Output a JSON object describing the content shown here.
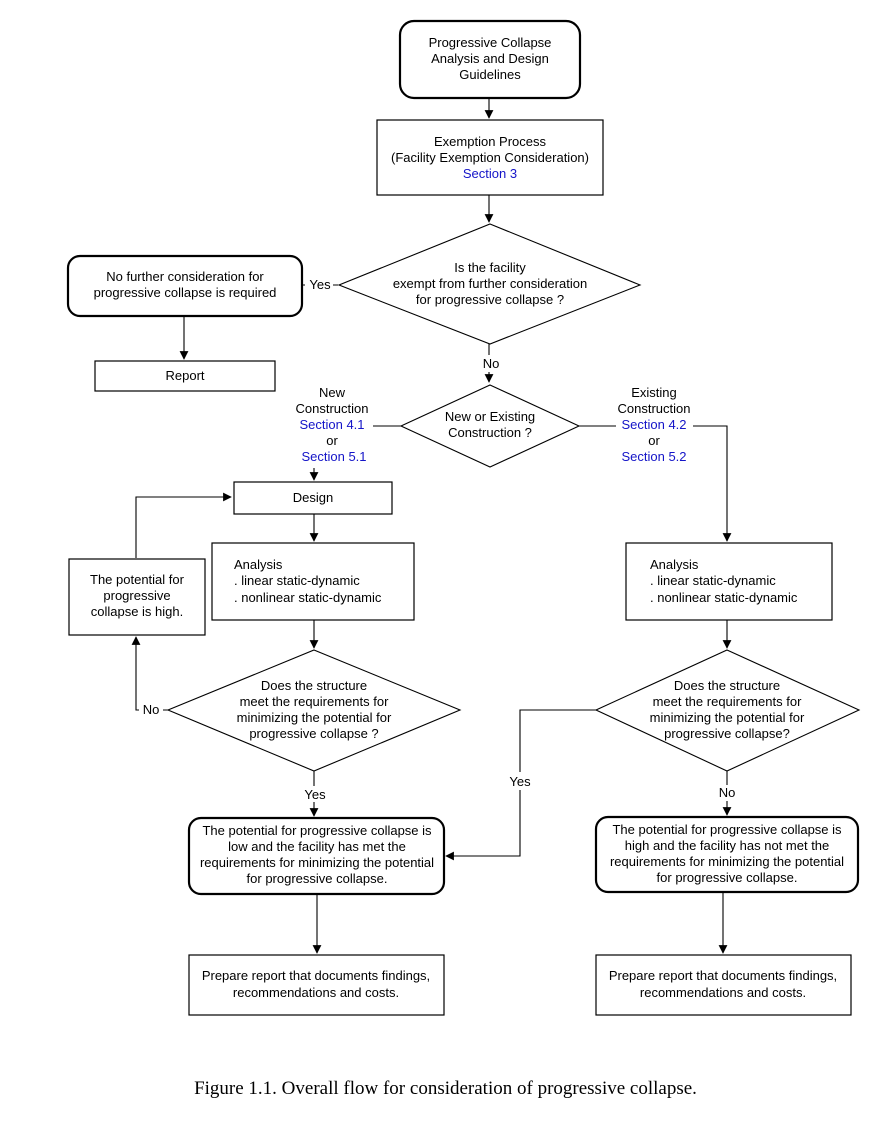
{
  "start": {
    "lines": [
      "Progressive Collapse",
      "Analysis and Design",
      "Guidelines"
    ]
  },
  "exemption": {
    "line1": "Exemption Process",
    "line2": "(Facility Exemption Consideration)",
    "section": "Section 3"
  },
  "exempt_decision": {
    "lines": [
      "Is the facility",
      "exempt from further consideration",
      "for progressive collapse ?"
    ],
    "yes": "Yes",
    "no": "No"
  },
  "no_further": {
    "lines": [
      "No further consideration for",
      "progressive collapse is required"
    ]
  },
  "report": {
    "label": "Report"
  },
  "construction_decision": {
    "lines": [
      "New or Existing",
      "Construction ?"
    ]
  },
  "new_branch": {
    "line1": "New",
    "line2": "Construction",
    "section_a": "Section 4.1",
    "or": "or",
    "section_b": "Section 5.1"
  },
  "existing_branch": {
    "line1": "Existing",
    "line2": "Construction",
    "section_a": "Section 4.2",
    "or": "or",
    "section_b": "Section 5.2"
  },
  "design": {
    "label": "Design"
  },
  "analysis_left": {
    "title": "Analysis",
    "item1": ".  linear static-dynamic",
    "item2": ".  nonlinear static-dynamic"
  },
  "analysis_right": {
    "title": "Analysis",
    "item1": ".  linear static-dynamic",
    "item2": ".  nonlinear static-dynamic"
  },
  "potential_high_box": {
    "line1": "The potential for",
    "line2": "progressive",
    "line3_prefix": "collapse is ",
    "line3_emph": "high",
    "line3_suffix": "."
  },
  "meets_left": {
    "lines": [
      "Does the structure",
      "meet the requirements for",
      "minimizing the potential for",
      "progressive collapse ?"
    ],
    "no": "No",
    "yes": "Yes"
  },
  "meets_right": {
    "lines": [
      "Does the structure",
      "meet the requirements for",
      "minimizing the potential for",
      "progressive collapse?"
    ],
    "no": "No",
    "yes": "Yes"
  },
  "result_low": {
    "line1": "The potential for progressive collapse is",
    "line2_emph": "low",
    "line2_rest": " and the facility has met the",
    "line3": "requirements for minimizing the potential",
    "line4": "for progressive collapse."
  },
  "result_high": {
    "line1": "The potential for progressive collapse is",
    "line2_emph": "high ",
    "line2_rest": "and the facility has not met the",
    "line3": "requirements for minimizing the potential",
    "line4": "for progressive collapse."
  },
  "report_left": {
    "line1": "Prepare report that documents findings,",
    "line2": "recommendations and costs."
  },
  "report_right": {
    "line1": "Prepare report that documents findings,",
    "line2": "recommendations and costs."
  },
  "caption": "Figure 1.1.  Overall flow for consideration of progressive collapse.",
  "colors": {
    "section_link": "#1414c8",
    "line": "#000000",
    "background": "#ffffff"
  }
}
